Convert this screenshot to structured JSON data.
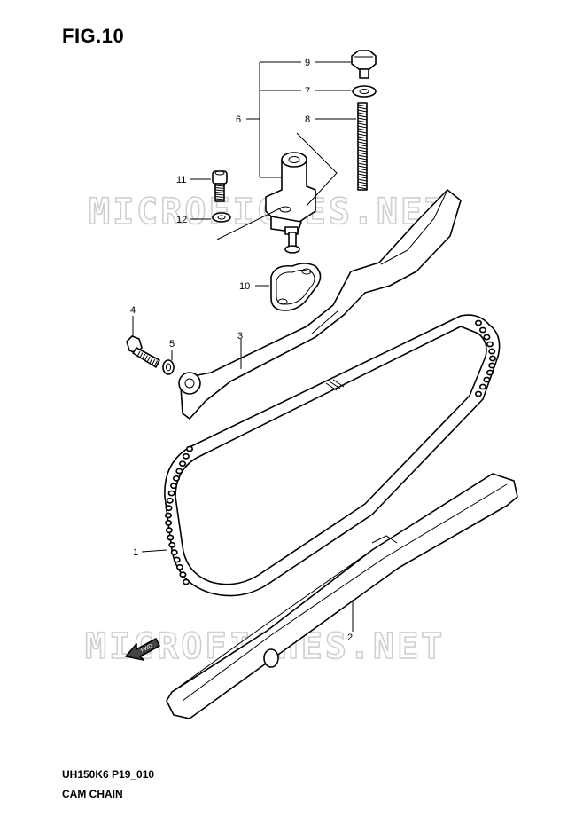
{
  "figure": {
    "title": "FIG.10"
  },
  "footer": {
    "code": "UH150K6 P19_010",
    "name": "CAM CHAIN"
  },
  "watermark": {
    "text": "MICROFICHES.NET",
    "color": "#cfcfcf"
  },
  "arrow_label": "FWD",
  "callouts": {
    "c1": "1",
    "c2": "2",
    "c3": "3",
    "c4": "4",
    "c5": "5",
    "c6": "6",
    "c7": "7",
    "c8": "8",
    "c9": "9",
    "c10": "10",
    "c11": "11",
    "c12": "12"
  }
}
